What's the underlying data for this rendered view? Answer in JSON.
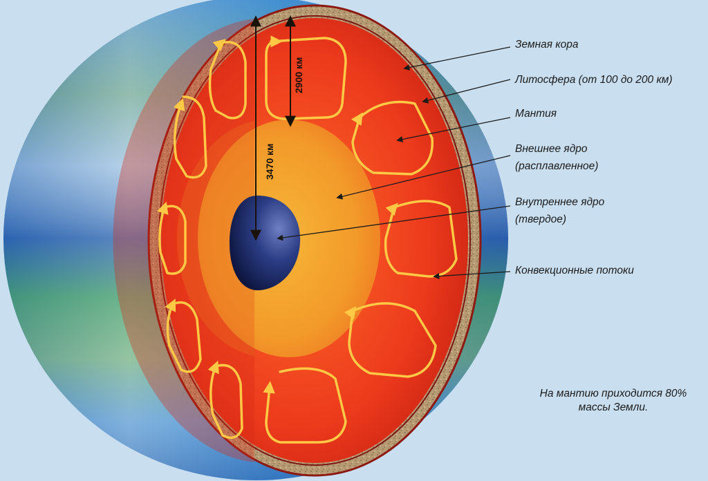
{
  "labels": {
    "crust": "Земная кора",
    "lithosphere": "Литосфера (от 100 до 200 км)",
    "mantle": "Мантия",
    "outer_core_1": "Внешнее ядро",
    "outer_core_2": "(расплавленное)",
    "inner_core_1": "Внутреннее ядро",
    "inner_core_2": "(твердое)",
    "convection": "Конвекционные потоки"
  },
  "dimensions": {
    "core_radius": "3470 км",
    "mantle_depth": "2900 км"
  },
  "note": {
    "line1": "На мантию приходится 80%",
    "line2": "массы Земли."
  },
  "colors": {
    "background": "#c9dff0",
    "mantle": "#e8321a",
    "outer_core": "#f3a028",
    "inner_core": "#1d2c66",
    "crust": "#b69a72",
    "arrows": "#ffc845"
  }
}
